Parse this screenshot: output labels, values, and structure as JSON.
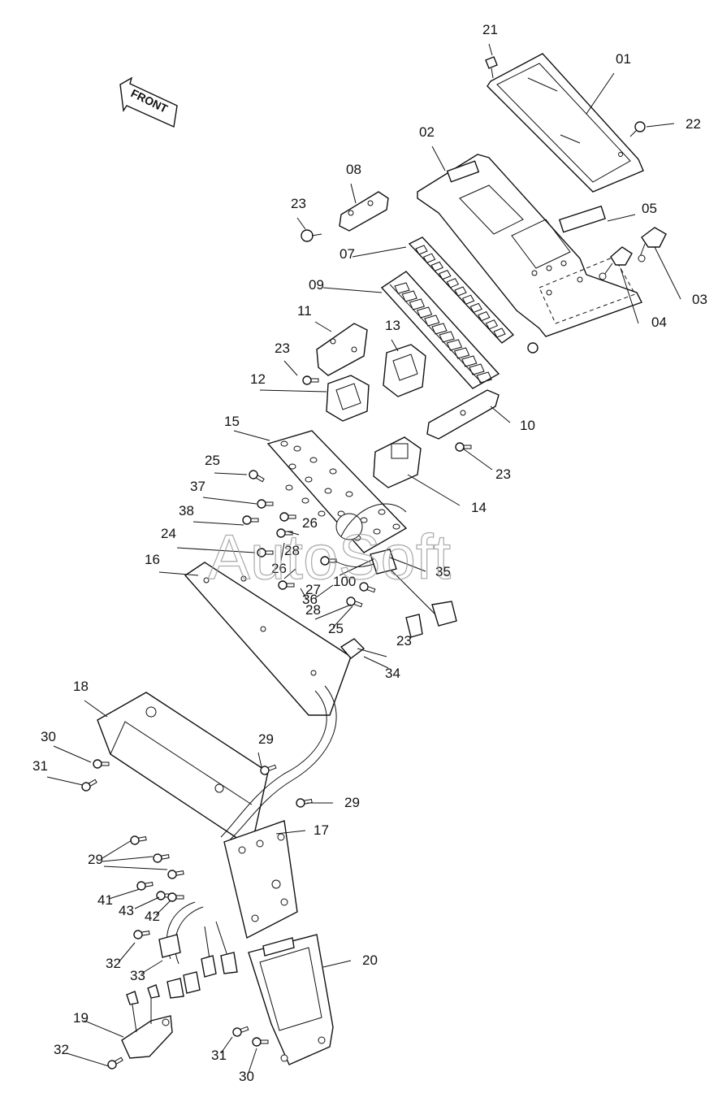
{
  "direction_label": "FRONT",
  "watermark": "AutoSoft",
  "callouts": [
    "21",
    "01",
    "22",
    "02",
    "08",
    "23",
    "05",
    "07",
    "03",
    "04",
    "09",
    "11",
    "13",
    "23",
    "12",
    "10",
    "15",
    "23",
    "25",
    "37",
    "14",
    "38",
    "26",
    "28",
    "24",
    "16",
    "26",
    "27",
    "100",
    "36",
    "35",
    "28",
    "25",
    "23",
    "34",
    "18",
    "30",
    "29",
    "31",
    "29",
    "17",
    "29",
    "41",
    "43",
    "42",
    "32",
    "33",
    "20",
    "19",
    "32",
    "31",
    "30"
  ]
}
